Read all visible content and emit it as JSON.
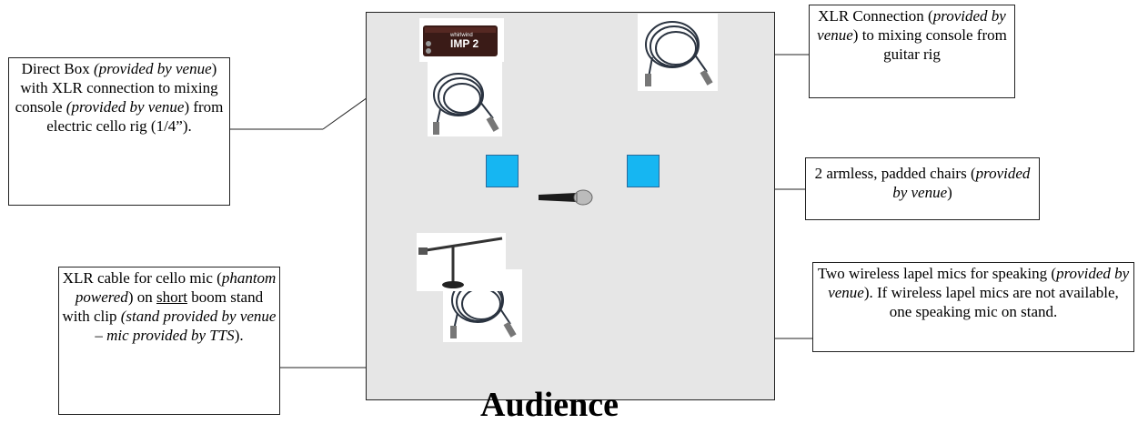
{
  "callouts": {
    "direct_box": {
      "t1": "Direct Box ",
      "t2": "(provided by venue",
      "t3": ") with XLR connection to mixing console ",
      "t4": "(provided by venue",
      "t5": ") from electric cello rig (1/4”)."
    },
    "xlr_connection": {
      "t1": "XLR Connection (",
      "t2": "provided by venue",
      "t3": ") to mixing console from guitar rig"
    },
    "chairs": {
      "t1": "2 armless, padded chairs (",
      "t2": "provided by venue",
      "t3": ")"
    },
    "cello_mic": {
      "t1": "XLR cable for cello mic (",
      "t2": "phantom powered",
      "t3": ") on ",
      "t4": "short",
      "t5": " boom stand with clip ",
      "t6": "(stand provided by venue – mic provided by TTS",
      "t7": ")."
    },
    "lapel_mics": {
      "t1": "Two wireless lapel mics for speaking (",
      "t2": "provided by venue",
      "t3": ").  If wireless lapel mics are not available, one speaking mic on stand."
    }
  },
  "direct_box_device": {
    "brand": "whirlwind",
    "model": "IMP 2"
  },
  "audience_label": "Audience",
  "colors": {
    "stage": "#e6e6e6",
    "chair": "#16b6f2"
  }
}
